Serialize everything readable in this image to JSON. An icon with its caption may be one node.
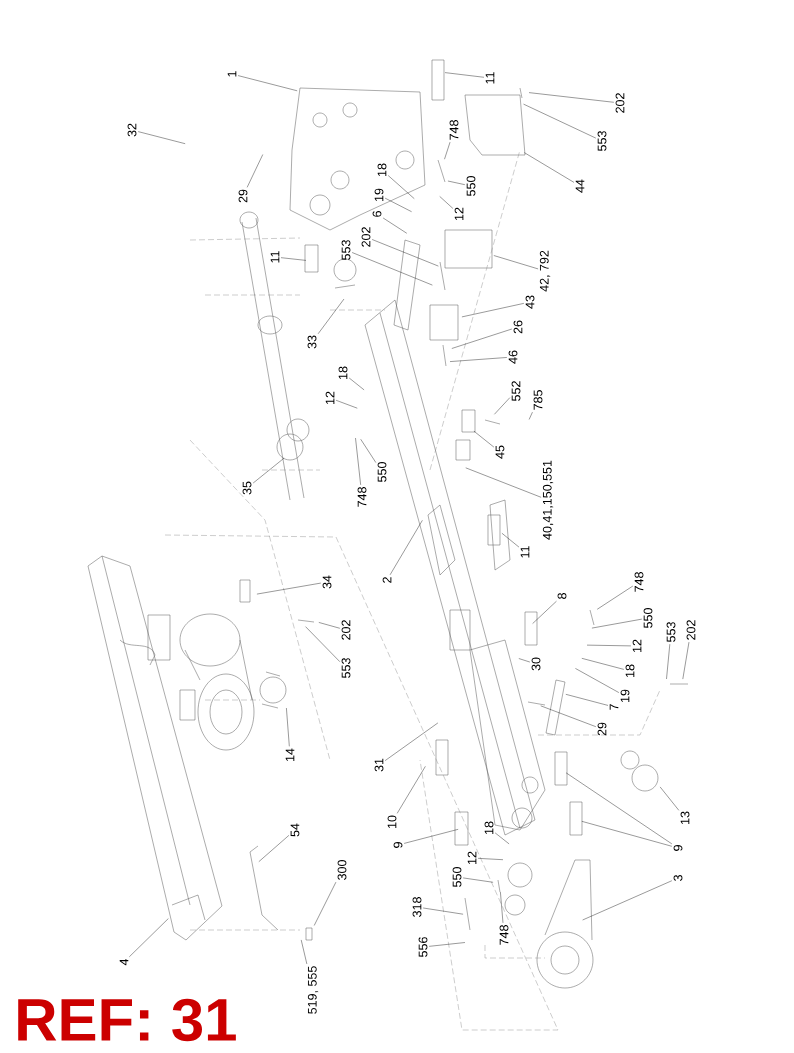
{
  "diagram": {
    "title": "REF: 31",
    "nodes": [
      {
        "text": [
          "1"
        ]
      },
      {
        "text": [
          "11"
        ]
      },
      {
        "text": [
          "202"
        ]
      },
      {
        "text": [
          "32"
        ]
      },
      {
        "text": [
          "748"
        ]
      },
      {
        "text": [
          "553"
        ]
      },
      {
        "text": [
          "18"
        ]
      },
      {
        "text": [
          "550"
        ]
      },
      {
        "text": [
          "44"
        ]
      },
      {
        "text": [
          "19"
        ]
      },
      {
        "text": [
          "29"
        ]
      },
      {
        "text": [
          "6"
        ]
      },
      {
        "text": [
          "12"
        ]
      },
      {
        "text": [
          "202"
        ]
      },
      {
        "text": [
          "553"
        ]
      },
      {
        "text": [
          "11"
        ]
      },
      {
        "text": [
          "42, 792"
        ]
      },
      {
        "text": [
          "43"
        ]
      },
      {
        "text": [
          "26"
        ]
      },
      {
        "text": [
          "33"
        ]
      },
      {
        "text": [
          "46"
        ]
      },
      {
        "text": [
          "18"
        ]
      },
      {
        "text": [
          "12"
        ]
      },
      {
        "text": [
          "552"
        ]
      },
      {
        "text": [
          "785"
        ]
      },
      {
        "text": [
          "45"
        ]
      },
      {
        "text": [
          "550"
        ]
      },
      {
        "text": [
          "35"
        ]
      },
      {
        "text": [
          "748"
        ]
      },
      {
        "text": [
          "40,41,150,551"
        ]
      },
      {
        "text": [
          "11"
        ]
      },
      {
        "text": [
          "2"
        ]
      },
      {
        "text": [
          "34"
        ]
      },
      {
        "text": [
          "748"
        ]
      },
      {
        "text": [
          "8"
        ]
      },
      {
        "text": [
          "550"
        ]
      },
      {
        "text": [
          "202"
        ]
      },
      {
        "text": [
          "202"
        ]
      },
      {
        "text": [
          "553"
        ]
      },
      {
        "text": [
          "12"
        ]
      },
      {
        "text": [
          "30"
        ]
      },
      {
        "text": [
          "553"
        ]
      },
      {
        "text": [
          "18"
        ]
      },
      {
        "text": [
          "19"
        ]
      },
      {
        "text": [
          "7"
        ]
      },
      {
        "text": [
          "29"
        ]
      },
      {
        "text": [
          "14"
        ]
      },
      {
        "text": [
          "31"
        ]
      },
      {
        "text": [
          "13"
        ]
      },
      {
        "text": [
          "10"
        ]
      },
      {
        "text": [
          "54"
        ]
      },
      {
        "text": [
          "18"
        ]
      },
      {
        "text": [
          "9"
        ]
      },
      {
        "text": [
          "9"
        ]
      },
      {
        "text": [
          "12"
        ]
      },
      {
        "text": [
          "300"
        ]
      },
      {
        "text": [
          "550"
        ]
      },
      {
        "text": [
          "3"
        ]
      },
      {
        "text": [
          "318"
        ]
      },
      {
        "text": [
          "748"
        ]
      },
      {
        "text": [
          "556"
        ]
      },
      {
        "text": [
          "4"
        ]
      },
      {
        "text": [
          "519, 555"
        ]
      }
    ],
    "edges": [
      {
        "from": 0,
        "to": null,
        "arrow": "none"
      },
      {
        "from": 1,
        "to": null,
        "arrow": "none"
      },
      {
        "from": 2,
        "to": null,
        "arrow": "none"
      },
      {
        "from": 3,
        "to": null,
        "arrow": "none"
      },
      {
        "from": 4,
        "to": null,
        "arrow": "none"
      },
      {
        "from": 5,
        "to": null,
        "arrow": "none"
      },
      {
        "from": 6,
        "to": null,
        "arrow": "none"
      },
      {
        "from": 7,
        "to": null,
        "arrow": "none"
      },
      {
        "from": 8,
        "to": null,
        "arrow": "none"
      },
      {
        "from": 9,
        "to": null,
        "arrow": "none"
      },
      {
        "from": 10,
        "to": null,
        "arrow": "none"
      },
      {
        "from": 11,
        "to": null,
        "arrow": "none"
      },
      {
        "from": 12,
        "to": null,
        "arrow": "none"
      },
      {
        "from": 13,
        "to": null,
        "arrow": "none"
      },
      {
        "from": 14,
        "to": null,
        "arrow": "none"
      },
      {
        "from": 15,
        "to": null,
        "arrow": "none"
      },
      {
        "from": 16,
        "to": null,
        "arrow": "none"
      },
      {
        "from": 17,
        "to": null,
        "arrow": "none"
      },
      {
        "from": 18,
        "to": null,
        "arrow": "none"
      },
      {
        "from": 19,
        "to": null,
        "arrow": "none"
      },
      {
        "from": 20,
        "to": null,
        "arrow": "none"
      },
      {
        "from": 21,
        "to": null,
        "arrow": "none"
      },
      {
        "from": 22,
        "to": null,
        "arrow": "none"
      },
      {
        "from": 23,
        "to": null,
        "arrow": "none"
      },
      {
        "from": 24,
        "to": null,
        "arrow": "none"
      },
      {
        "from": 25,
        "to": null,
        "arrow": "none"
      },
      {
        "from": 26,
        "to": null,
        "arrow": "none"
      },
      {
        "from": 27,
        "to": null,
        "arrow": "none"
      },
      {
        "from": 28,
        "to": null,
        "arrow": "none"
      },
      {
        "from": 29,
        "to": null,
        "arrow": "none"
      },
      {
        "from": 30,
        "to": null,
        "arrow": "none"
      },
      {
        "from": 31,
        "to": null,
        "arrow": "none"
      },
      {
        "from": 32,
        "to": null,
        "arrow": "none"
      },
      {
        "from": 33,
        "to": null,
        "arrow": "none"
      },
      {
        "from": 34,
        "to": null,
        "arrow": "none"
      },
      {
        "from": 35,
        "to": null,
        "arrow": "none"
      },
      {
        "from": 36,
        "to": null,
        "arrow": "none"
      },
      {
        "from": 37,
        "to": null,
        "arrow": "none"
      },
      {
        "from": 38,
        "to": null,
        "arrow": "none"
      },
      {
        "from": 39,
        "to": null,
        "arrow": "none"
      },
      {
        "from": 40,
        "to": null,
        "arrow": "none"
      },
      {
        "from": 41,
        "to": null,
        "arrow": "none"
      },
      {
        "from": 42,
        "to": null,
        "arrow": "none"
      },
      {
        "from": 43,
        "to": null,
        "arrow": "none"
      },
      {
        "from": 44,
        "to": null,
        "arrow": "none"
      },
      {
        "from": 45,
        "to": null,
        "arrow": "none"
      },
      {
        "from": 46,
        "to": null,
        "arrow": "none"
      },
      {
        "from": 47,
        "to": null,
        "arrow": "none"
      },
      {
        "from": 48,
        "to": null,
        "arrow": "none"
      },
      {
        "from": 49,
        "to": null,
        "arrow": "none"
      },
      {
        "from": 50,
        "to": null,
        "arrow": "none"
      },
      {
        "from": 51,
        "to": null,
        "arrow": "none"
      },
      {
        "from": 52,
        "to": null,
        "arrow": "none"
      },
      {
        "from": 53,
        "to": null,
        "arrow": "none"
      },
      {
        "from": 53,
        "to": null,
        "arrow": "none"
      },
      {
        "from": 54,
        "to": null,
        "arrow": "none"
      },
      {
        "from": 55,
        "to": null,
        "arrow": "none"
      },
      {
        "from": 56,
        "to": null,
        "arrow": "none"
      },
      {
        "from": 57,
        "to": null,
        "arrow": "none"
      },
      {
        "from": 58,
        "to": null,
        "arrow": "none"
      },
      {
        "from": 59,
        "to": null,
        "arrow": "none"
      },
      {
        "from": 60,
        "to": null,
        "arrow": "none"
      },
      {
        "from": 61,
        "to": null,
        "arrow": "none"
      },
      {
        "from": 62,
        "to": null,
        "arrow": "none"
      }
    ]
  }
}
